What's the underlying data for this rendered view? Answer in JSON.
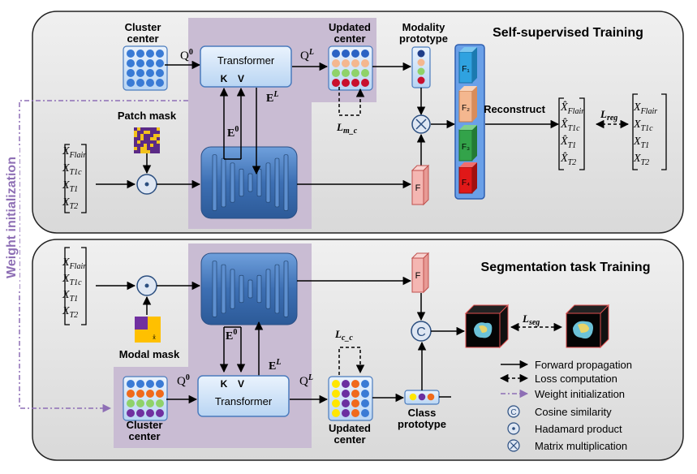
{
  "side_label": "Weight initialization",
  "top": {
    "title": "Self-supervised Training",
    "cluster_center": [
      "Cluster",
      "center"
    ],
    "updated_center": [
      "Updated",
      "center"
    ],
    "modality_prototype": [
      "Modality",
      "prototype"
    ],
    "patch_mask": "Patch mask",
    "transformer": "Transformer",
    "q0": "Q",
    "q0_sup": "0",
    "ql": "Q",
    "ql_sup": "L",
    "k": "K",
    "v": "V",
    "el": "E",
    "el_sup": "L",
    "e0": "E",
    "e0_sup": "0",
    "loss_mc": "L",
    "loss_mc_sub": "m_c",
    "inputs": [
      "X",
      "X",
      "X",
      "X"
    ],
    "input_subs": [
      "Flair",
      "T1c",
      "T1",
      "T2"
    ],
    "f": "F",
    "f_stack": [
      "F₁",
      "F₂",
      "F₃",
      "F₄"
    ],
    "reconstruct": "Reconstruct",
    "recon_hat": [
      "X̂",
      "X̂",
      "X̂",
      "X̂"
    ],
    "recon_subs": [
      "Flair",
      "T1c",
      "T1",
      "T2"
    ],
    "loss_reg": "L",
    "loss_reg_sub": "reg",
    "target": [
      "X",
      "X",
      "X",
      "X"
    ],
    "target_subs": [
      "Flair",
      "T1c",
      "T1",
      "T2"
    ]
  },
  "bottom": {
    "title": "Segmentation task Training",
    "modal_mask": "Modal mask",
    "cluster_center": [
      "Cluster",
      "center"
    ],
    "updated_center": [
      "Updated",
      "center"
    ],
    "class_prototype": [
      "Class",
      "prototype"
    ],
    "transformer": "Transformer",
    "q0": "Q",
    "q0_sup": "0",
    "ql": "Q",
    "ql_sup": "L",
    "k": "K",
    "v": "V",
    "el": "E",
    "el_sup": "L",
    "e0": "E",
    "e0_sup": "0",
    "loss_cc": "L",
    "loss_cc_sub": "c_c",
    "loss_seg": "L",
    "loss_seg_sub": "seg",
    "inputs": [
      "X",
      "X",
      "X",
      "X"
    ],
    "input_subs": [
      "Flair",
      "T1c",
      "T1",
      "T2"
    ],
    "f": "F",
    "cos_symbol": "C"
  },
  "legend": {
    "forward": "Forward propagation",
    "loss": "Loss computation",
    "weight": "Weight initialization",
    "cosine": "Cosine similarity",
    "hadamard": "Hadamard product",
    "matmul": "Matrix multiplication",
    "cosine_symbol": "C"
  },
  "colors": {
    "panel": "#e6e6e6",
    "purple_region": "#c9bcd3",
    "blue_box": "#bcd8f6",
    "network_blue": "#4a7bbd",
    "dashed_purple": "#8e6fb5",
    "f_red": "#f4b6b2",
    "stack_outer": "#3f7fd8"
  }
}
